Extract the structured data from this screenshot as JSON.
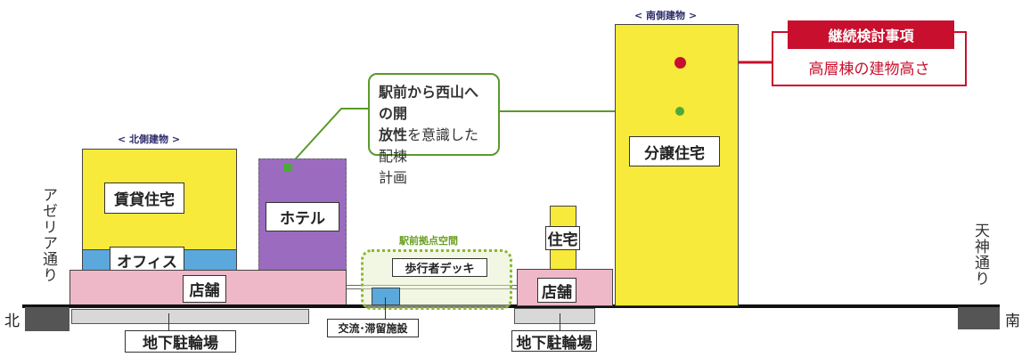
{
  "directions": {
    "north": "北",
    "south": "南"
  },
  "streets": {
    "west": "アゼリア通り",
    "east": "天神通り"
  },
  "north_building": {
    "caption": "< 北側建物 >",
    "rental_housing": "賃貸住宅",
    "office": "オフィス",
    "store": "店舗",
    "hotel": "ホテル",
    "bicycle_parking": "地下駐輪場"
  },
  "station_plaza": {
    "caption": "駅前拠点空間",
    "pedestrian_deck": "歩行者デッキ",
    "exchange_facility": "交流･滞留施設"
  },
  "south_building": {
    "caption": "< 南側建物 >",
    "condo_housing": "分譲住宅",
    "housing": "住宅",
    "store": "店舗",
    "bicycle_parking": "地下駐輪場"
  },
  "callout_green": {
    "bold1": "駅前から西山への開",
    "bold2": "放性",
    "rest2": "を意識した配棟",
    "line3": "計画"
  },
  "callout_red": {
    "header": "継続検討事項",
    "body": "高層棟の建物高さ"
  },
  "colors": {
    "green": "#5a9a2a",
    "red": "#c8102e",
    "yellow": "#f7ea3a",
    "pink": "#eeb8c8",
    "purple": "#9b6bbf",
    "blue": "#5aa8dc"
  }
}
